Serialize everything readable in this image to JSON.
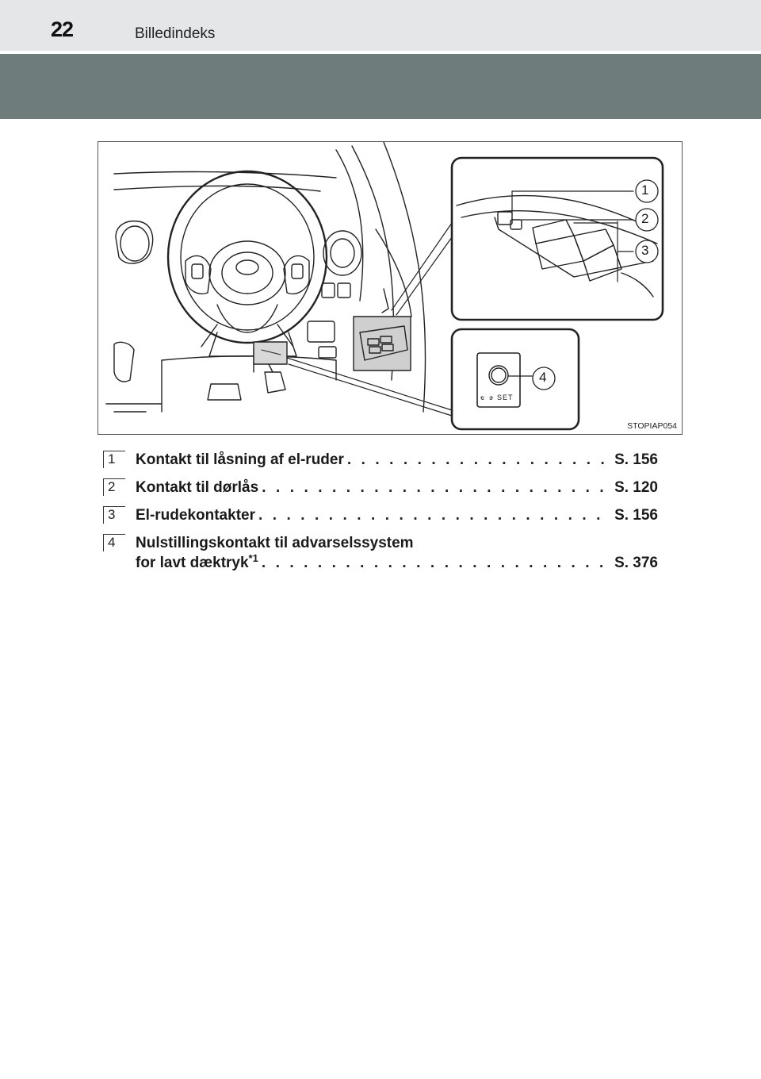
{
  "header": {
    "page_number": "22",
    "section_title": "Billedindeks"
  },
  "figure": {
    "code": "STOPIAP054",
    "callouts": [
      "1",
      "2",
      "3",
      "4"
    ],
    "set_label": "SET"
  },
  "items": [
    {
      "num": "1",
      "label": "Kontakt til låsning af el-ruder",
      "page": "S. 156"
    },
    {
      "num": "2",
      "label": "Kontakt til dørlås",
      "page": "S. 120"
    },
    {
      "num": "3",
      "label": "El-rudekontakter",
      "page": "S. 156"
    },
    {
      "num": "4",
      "label_line1": "Nulstillingskontakt til advarselssystem",
      "label_line2": "for lavt dæktryk",
      "footnote": "*1",
      "page": "S. 376"
    }
  ],
  "leader_dots": ". . . . . . . . . . . . . . . . . . . . . . . . . . . . . . . . . . . . . . . . . . . . . . . . . ."
}
